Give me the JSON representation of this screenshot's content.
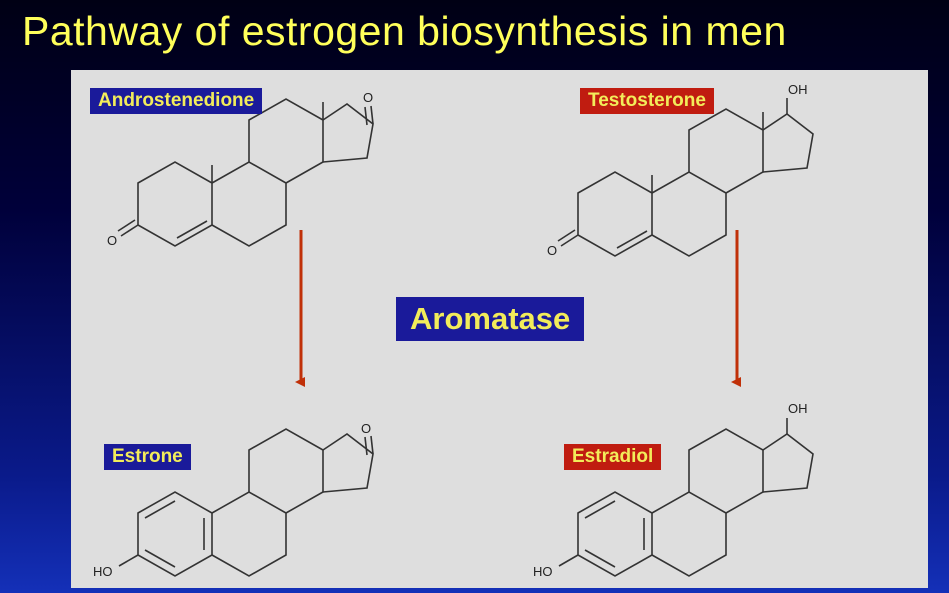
{
  "title": "Pathway of estrogen biosynthesis in men",
  "enzyme": "Aromatase",
  "molecules": {
    "androstenedione": {
      "label": "Androstenedione",
      "atoms": {
        "ketone_top": "O",
        "ketone_left": "O"
      }
    },
    "testosterone": {
      "label": "Testosterone",
      "atoms": {
        "hydroxyl_top": "OH",
        "ketone_left": "O"
      }
    },
    "estrone": {
      "label": "Estrone",
      "atoms": {
        "ketone_top": "O",
        "hydroxyl_left": "HO"
      }
    },
    "estradiol": {
      "label": "Estradiol",
      "atoms": {
        "hydroxyl_top": "OH",
        "hydroxyl_left": "HO"
      }
    }
  },
  "colors": {
    "title": "#ffff5a",
    "label_text": "#f2ec5a",
    "blue_box": "#1a1a9a",
    "red_box": "#c01c10",
    "arrow": "#c03008",
    "panel": "#dedede"
  }
}
